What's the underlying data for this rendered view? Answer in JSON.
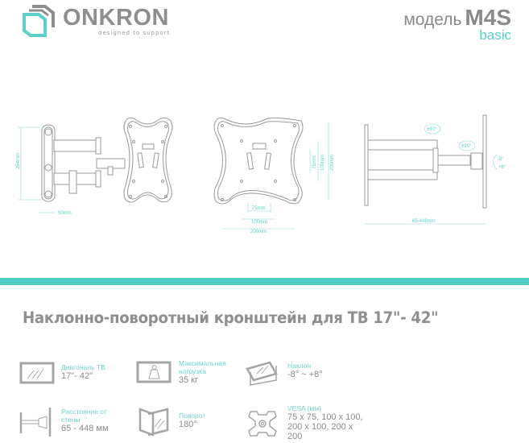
{
  "brand": {
    "name": "ONKRON",
    "tagline": "designed to support",
    "accent_color": "#55cdc7",
    "text_color": "#8a8a8a"
  },
  "model": {
    "label": "модель",
    "code": "M4S",
    "variant": "basic"
  },
  "drawings": {
    "side_view": {
      "height_dim": "254mm",
      "depth_dim": "50mm"
    },
    "front_plate": {
      "horiz_dims": [
        "75mm",
        "100mm",
        "200mm"
      ],
      "vert_dims": [
        "75mm",
        "100mm",
        "200mm"
      ]
    },
    "top_view": {
      "rotation_arm": "±90°",
      "rotation_head": "±90°",
      "tilt_up": "-8°",
      "tilt_down": "+8°",
      "extension_dim": "65-448mm"
    }
  },
  "product_title": "Наклонно-поворотный кронштейн для ТВ 17\"- 42\"",
  "specs": [
    {
      "icon": "tv-screen-icon",
      "label": "Диагональ ТВ",
      "value": "17\"- 42\""
    },
    {
      "icon": "weight-icon",
      "label": "Максимальная нагрузка",
      "value": "35 кг"
    },
    {
      "icon": "tilt-icon",
      "label": "Наклон",
      "value": "-8° ~ +8°"
    },
    {
      "icon": "wall-distance-icon",
      "label": "Расстояние от стены",
      "value": "65 - 448 мм"
    },
    {
      "icon": "swivel-icon",
      "label": "Поворот",
      "value": "180°"
    },
    {
      "icon": "vesa-icon",
      "label": "VESA (мм)",
      "value": "75 x 75, 100 x 100, 200 x 100, 200 x 200"
    }
  ]
}
